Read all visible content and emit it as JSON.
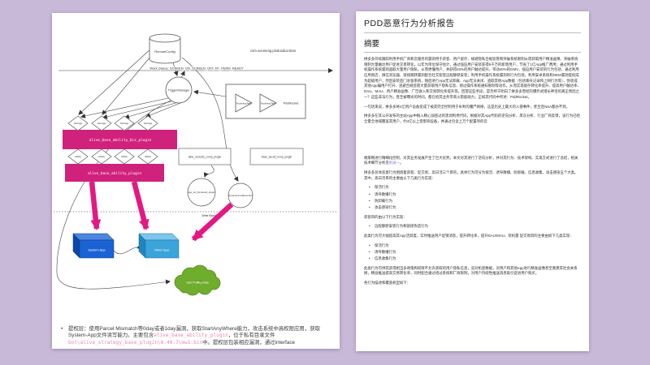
{
  "colors": {
    "background": "#c9b9d8",
    "plugin_pink": "#d0217c",
    "arrow_pink": "#e31882",
    "system_app_blue": "#1b62d4",
    "other_app_blue": "#3ba4da",
    "cloud_green": "#6fad2d",
    "code_pink": "#ef86ad",
    "link_purple": "#8875c9"
  },
  "left_page": {
    "diagram": {
      "remote_config": "RemoteConfig",
      "package_name": "com.xunmeng.pinduoduo:titan",
      "work_queue": "Work Queue: SCREEN_ON, SCREEN_OFF, FP_PERM_READY",
      "trigger_manager": "TriggerManager",
      "rocketing_task_1": "RocketingTask",
      "rocketing_task_2": "RocketingTask",
      "pdd_rocket": "PddRocket",
      "storage_1": "Storage",
      "storage_2": "Storage",
      "storage_3": "Storage",
      "storage_4": "Storage",
      "ability_1": "Ability",
      "ability_2": "Ability",
      "ability_3": "Ability",
      "ability_4": "Ability",
      "biz_plugin": "alive_base_ability_biz_plugin",
      "ability_plugin": "alive_base_ability_plugin",
      "security_plugin": "alive_security_comp_plugin",
      "secdt_plugin": "base_secdt_comp_plugin",
      "thousand_plugin": "app_sd_thousand_plugin",
      "dynamic_cmd": "DynamicCmdExecutor",
      "write_backdoor": "Write Backdoor",
      "system_app": "System App",
      "other_app": "Other App",
      "privacy_data": "User Privacy Data"
    },
    "note": {
      "marker": "•",
      "part1": "提权层：使用Parcel Mismatch等0day或者1day漏洞，获取StartAnyWhere能力，攻击系统中高权限应用，获取System-App文件读写能力。主要包含",
      "code1": "alive_base_ability_plugin",
      "part2": "，位于私有目录文件",
      "code2": "bot\\alive_strategy_base_plugin\\6.46.7\\mw1.bin",
      "part3": "中。提权层包装相应漏洞，通过interface"
    }
  },
  "right_page": {
    "title": "PDD恶意行为分析报告",
    "abstract_heading": "摘要",
    "p1": "拼多多持续跟踪利用手机厂商和云服务的漏洞用于获客、用户留存、规避隐私合规监管和突破系统限制从而获取用户精准画像、突破系统限制大量触达用户促进交易转化，以年为单位保守估计，通过强迫用户安装获得5千万的新增用户，节省了1亿App推广费用；通过利用手机操作系统漏洞盗取大量用户隐私，从而更懂用户，并获得40%的用户触达提升，带动40%的GMV，强迫用户安装的行为包括，通过利用应用商店、微信浏览器、链接跳转漏洞配合社交裂变远程静默安装；利用手机操作系统漏洞的行为包括，利用安卓系统和OEM漏洞提权成为超级用户，然后安装后门驻留系统，随后进行App无法卸载、App无法关闭、盗取其他App数据（包括聊天记录和上网行为等）、伪装成其他App骗用户打开、逃避合规监管大量获取用户隐私信息、绕过操作系统通知限制等动作，从而实现留存转化率提升、提高用户触达率、DAU、MAU、用户精准画像、广告收入和交易转化率提升等。回望这些手段，是否终于明白了拼多多曾经的爆炸式增长神话的真正原因之一？这些非法行为，直至被曝光的时间，都在给其业务带来火箭般助力，正如其代码中所述：PddRocket。",
    "p2": "一句话来说，拼多多将4亿用户设备变成了被其完全控制用于牟利的僵尸网络，这是历史上最大的入侵事件，甚至连NSA都办不到。",
    "p3a": "拼多多在其公开发布的主站App中植入精心加密过的黑洞利用代码，根据对其App代码的逆向分析、黑灰分析、行业厂商反馈，该行为已经全量全地域覆盖其用户，约4亿以上受影响设备，并通过包含上万个配置项的云",
    "p3b_pre": "端策略进行精细化控制，对其业务发展产生了巨大优势。本文对其进行了逆向分析，并对其行为、技术架构、实现方式进行了总结，相关技术细节分析见",
    "p3b_link": "附录一",
    "p3b_post": "。",
    "p4": "拼多多总体恶意行为围绕着获客、促交易、高日活三个目的，具体行为可分为保活、诱导散播、防卸载、信息收集、攻击感染五个大类。其中，高日活目的主要由以下几类行为实现：",
    "list1": [
      "保活行为",
      "诱导散播行为",
      "防卸载行为",
      "攻击感染行为"
    ],
    "p5": "获客目的由以下行为实现：",
    "list2": [
      "远程静默安装行为和链接伪造行为"
    ],
    "p6": "此类行为可大幅提高其App活跃度，实时推送用户促销消息，提升转化率，提升DAU/MAU、装机量 促交易目的主要由如下几类实现：",
    "list3": [
      "保活行为",
      "诱导散播行为",
      "信息收集行为"
    ],
    "p7": "此类行为可供其获得相当多政策和权限不允许获取的用户隐私信息，竞对机密数据，对用户和其他App进行精准画像甚至重建其社会关系网，精准推送提高交易转化率，同时配合通过绕过系统和厂商限制，对用户持续性推送消息吸引促进用户购买。",
    "p8": "各行为描述和覆盖机型如下："
  }
}
